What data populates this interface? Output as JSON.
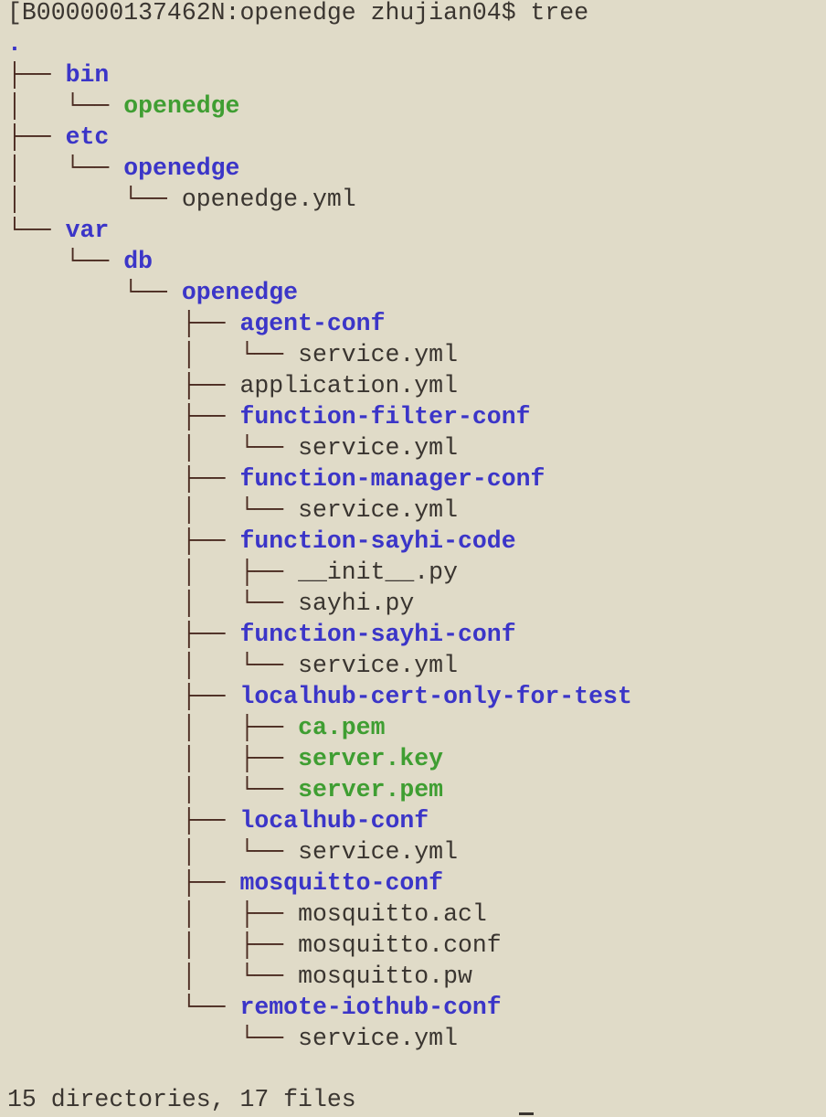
{
  "prompt": "[B000000137462N:openedge zhujian04$ tree",
  "tree": [
    {
      "prefix": "",
      "name": ".",
      "kind": "root"
    },
    {
      "prefix": "├── ",
      "name": "bin",
      "kind": "dir"
    },
    {
      "prefix": "│   └── ",
      "name": "openedge",
      "kind": "exec"
    },
    {
      "prefix": "├── ",
      "name": "etc",
      "kind": "dir"
    },
    {
      "prefix": "│   └── ",
      "name": "openedge",
      "kind": "dir"
    },
    {
      "prefix": "│       └── ",
      "name": "openedge.yml",
      "kind": "file"
    },
    {
      "prefix": "└── ",
      "name": "var",
      "kind": "dir"
    },
    {
      "prefix": "    └── ",
      "name": "db",
      "kind": "dir"
    },
    {
      "prefix": "        └── ",
      "name": "openedge",
      "kind": "dir"
    },
    {
      "prefix": "            ├── ",
      "name": "agent-conf",
      "kind": "dir"
    },
    {
      "prefix": "            │   └── ",
      "name": "service.yml",
      "kind": "file"
    },
    {
      "prefix": "            ├── ",
      "name": "application.yml",
      "kind": "file"
    },
    {
      "prefix": "            ├── ",
      "name": "function-filter-conf",
      "kind": "dir"
    },
    {
      "prefix": "            │   └── ",
      "name": "service.yml",
      "kind": "file"
    },
    {
      "prefix": "            ├── ",
      "name": "function-manager-conf",
      "kind": "dir"
    },
    {
      "prefix": "            │   └── ",
      "name": "service.yml",
      "kind": "file"
    },
    {
      "prefix": "            ├── ",
      "name": "function-sayhi-code",
      "kind": "dir"
    },
    {
      "prefix": "            │   ├── ",
      "name": "__init__.py",
      "kind": "file"
    },
    {
      "prefix": "            │   └── ",
      "name": "sayhi.py",
      "kind": "file"
    },
    {
      "prefix": "            ├── ",
      "name": "function-sayhi-conf",
      "kind": "dir"
    },
    {
      "prefix": "            │   └── ",
      "name": "service.yml",
      "kind": "file"
    },
    {
      "prefix": "            ├── ",
      "name": "localhub-cert-only-for-test",
      "kind": "dir"
    },
    {
      "prefix": "            │   ├── ",
      "name": "ca.pem",
      "kind": "exec"
    },
    {
      "prefix": "            │   ├── ",
      "name": "server.key",
      "kind": "exec"
    },
    {
      "prefix": "            │   └── ",
      "name": "server.pem",
      "kind": "exec"
    },
    {
      "prefix": "            ├── ",
      "name": "localhub-conf",
      "kind": "dir"
    },
    {
      "prefix": "            │   └── ",
      "name": "service.yml",
      "kind": "file"
    },
    {
      "prefix": "            ├── ",
      "name": "mosquitto-conf",
      "kind": "dir"
    },
    {
      "prefix": "            │   ├── ",
      "name": "mosquitto.acl",
      "kind": "file"
    },
    {
      "prefix": "            │   ├── ",
      "name": "mosquitto.conf",
      "kind": "file"
    },
    {
      "prefix": "            │   └── ",
      "name": "mosquitto.pw",
      "kind": "file"
    },
    {
      "prefix": "            └── ",
      "name": "remote-iothub-conf",
      "kind": "dir"
    },
    {
      "prefix": "                └── ",
      "name": "service.yml",
      "kind": "file"
    }
  ],
  "summary": "15 directories, 17 files",
  "colors": {
    "background": "#e0dbc8",
    "directory": "#3b35c8",
    "executable": "#3f9e32",
    "text": "#3a3530",
    "tree_lines": "#4a2a20"
  }
}
